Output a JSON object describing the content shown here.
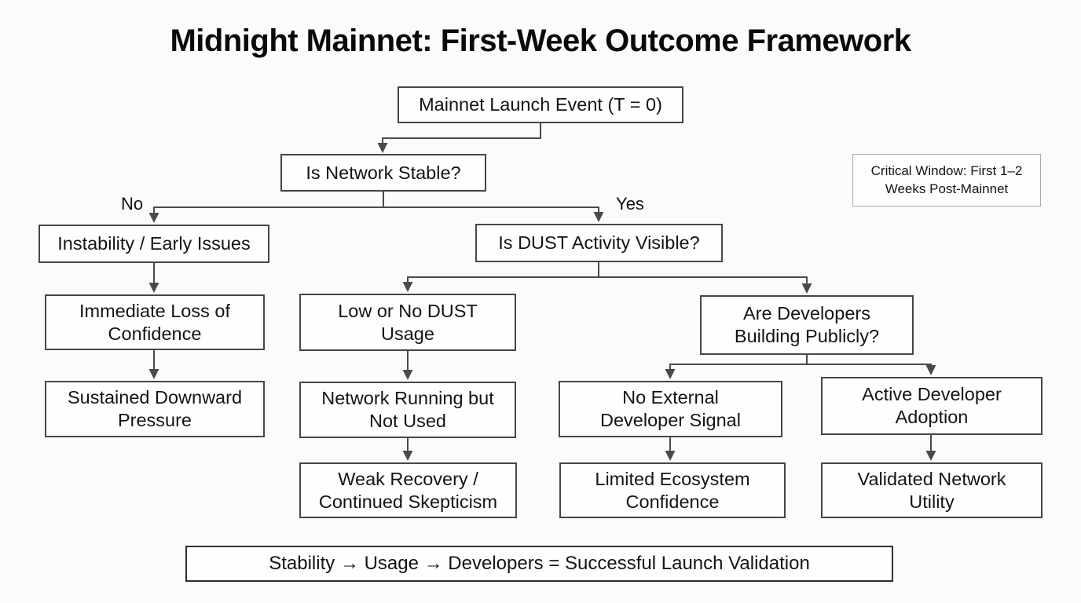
{
  "title": "Midnight Mainnet: First-Week Outcome Framework",
  "colors": {
    "background": "#fbfbfb",
    "node_fill": "#fefefe",
    "node_border": "#464646",
    "note_border": "#a8a8a8",
    "summary_border": "#2e2e2e",
    "connector": "#4a4a4a",
    "text": "#141414"
  },
  "nodes": {
    "launch": {
      "label": "Mainnet Launch Event (T = 0)"
    },
    "stable": {
      "label": "Is Network Stable?"
    },
    "instability": {
      "label": "Instability / Early Issues"
    },
    "dust": {
      "label": "Is DUST Activity Visible?"
    },
    "loss": {
      "label": "Immediate Loss of\nConfidence"
    },
    "lowdust": {
      "label": "Low or No DUST\nUsage"
    },
    "devs": {
      "label": "Are Developers\nBuilding Publicly?"
    },
    "pressure": {
      "label": "Sustained Downward\nPressure"
    },
    "notused": {
      "label": "Network Running but\nNot Used"
    },
    "nosignal": {
      "label": "No External\nDeveloper Signal"
    },
    "adoption": {
      "label": "Active Developer\nAdoption"
    },
    "weak": {
      "label": "Weak Recovery /\nContinued Skepticism"
    },
    "limited": {
      "label": "Limited Ecosystem\nConfidence"
    },
    "validated": {
      "label": "Validated Network\nUtility"
    }
  },
  "edge_labels": {
    "no": "No",
    "yes": "Yes"
  },
  "note": {
    "label": "Critical Window: First 1–2\nWeeks Post-Mainnet"
  },
  "summary": {
    "label": "Stability → Usage → Developers = Successful Launch Validation"
  }
}
